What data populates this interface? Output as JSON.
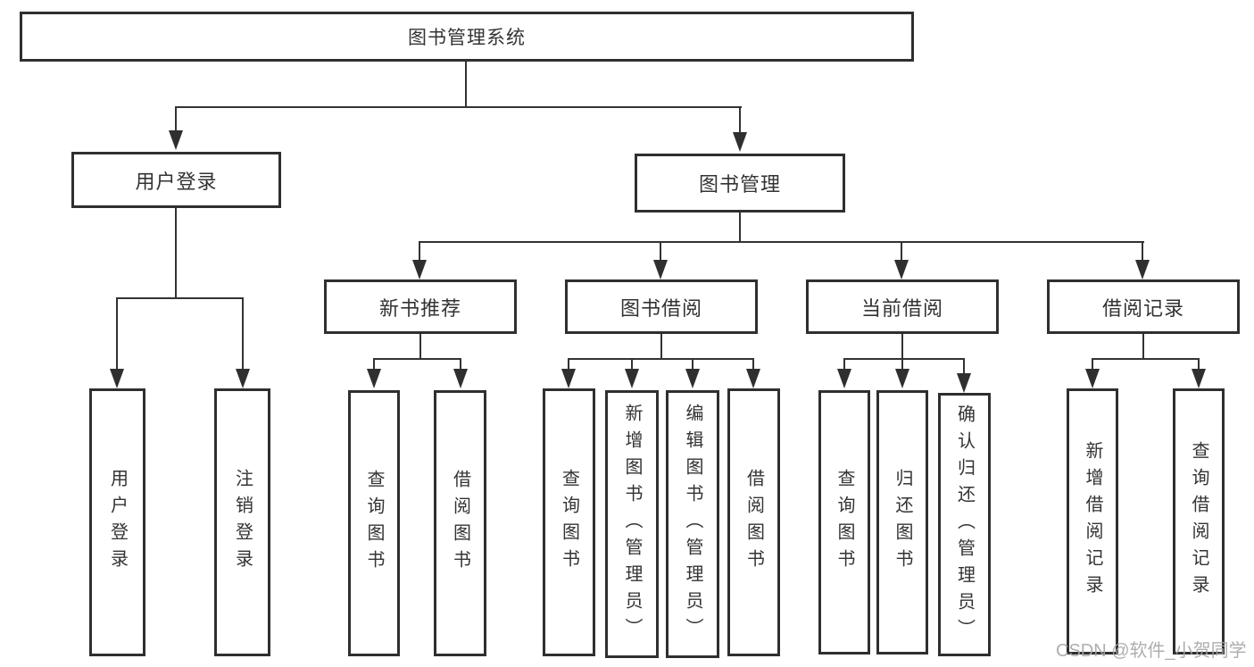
{
  "diagram": {
    "title_node": {
      "label": "图书管理系统"
    },
    "level2": [
      {
        "label": "用户登录"
      },
      {
        "label": "图书管理"
      }
    ],
    "level3": [
      {
        "label": "新书推荐"
      },
      {
        "label": "图书借阅"
      },
      {
        "label": "当前借阅"
      },
      {
        "label": "借阅记录"
      }
    ],
    "leaves": {
      "login": [
        "用户登录",
        "注销登录"
      ],
      "newbook": [
        "查询图书",
        "借阅图书"
      ],
      "borrow": [
        "查询图书",
        "新增图书（管理员）",
        "编辑图书（管理员）",
        "借阅图书"
      ],
      "current": [
        "查询图书",
        "归还图书",
        "确认归还（管理员）"
      ],
      "records": [
        "新增借阅记录",
        "查询借阅记录"
      ]
    }
  },
  "watermark": {
    "text": "CSDN @软件_小贺同学"
  },
  "colors": {
    "line": "#333333",
    "border": "#2f2f2f",
    "text": "#333333",
    "background": "#ffffff",
    "watermark": "#a6a6a6"
  }
}
